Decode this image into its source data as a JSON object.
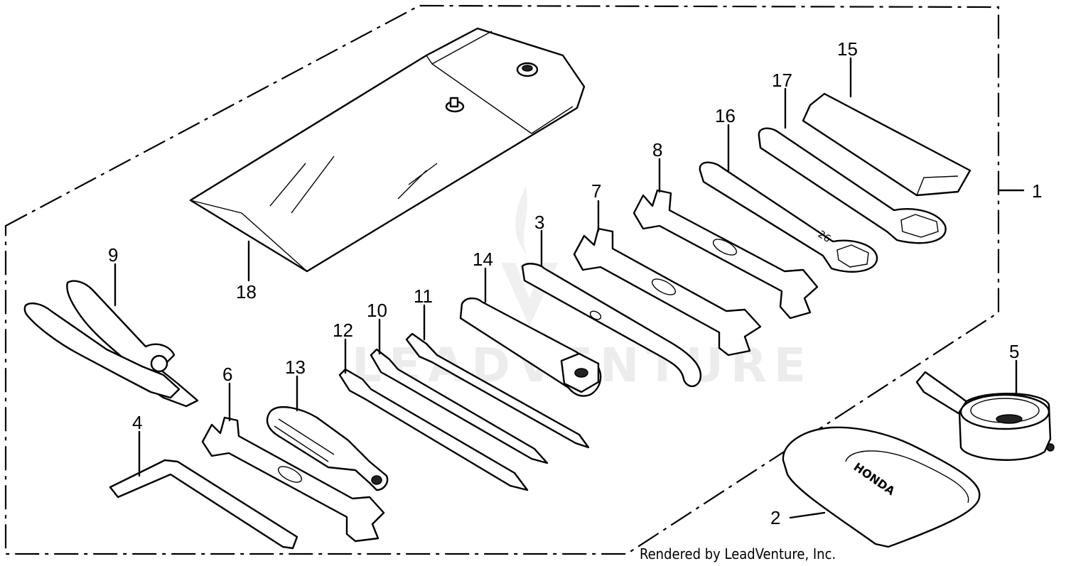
{
  "diagram": {
    "callouts": {
      "c1": "1",
      "c2": "2",
      "c3": "3",
      "c4": "4",
      "c5": "5",
      "c6": "6",
      "c7": "7",
      "c8": "8",
      "c9": "9",
      "c10": "10",
      "c11": "11",
      "c12": "12",
      "c13": "13",
      "c14": "14",
      "c15": "15",
      "c16": "16",
      "c17": "17",
      "c18": "18"
    },
    "credit": "Rendered by LeadVenture, Inc.",
    "watermark": "LEADVENTURE",
    "bag_brand": "HONDA"
  }
}
